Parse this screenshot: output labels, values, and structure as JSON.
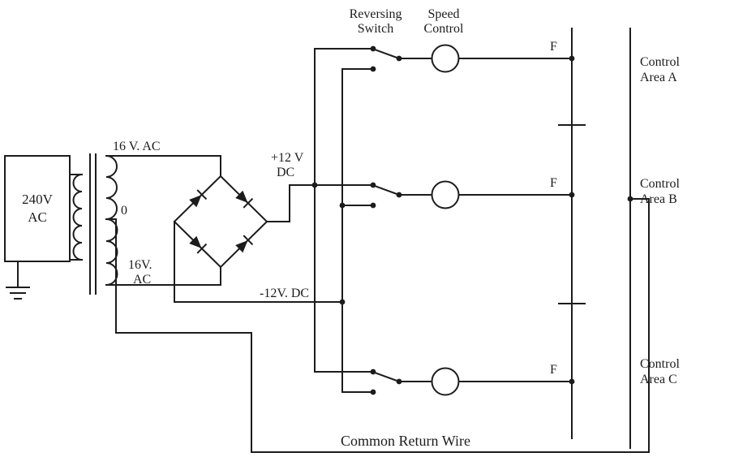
{
  "colors": {
    "ink": "#1c1c1c",
    "paper": "#ffffff"
  },
  "labels": {
    "supply": {
      "line1": "240V",
      "line2": "AC"
    },
    "secondary_top": "16 V. AC",
    "center_tap": "0",
    "secondary_bottom": {
      "line1": "16V.",
      "line2": "AC"
    },
    "dc_positive": {
      "line1": "+12 V",
      "line2": "DC"
    },
    "dc_negative": "-12V. DC",
    "reversing_switch": {
      "line1": "Reversing",
      "line2": "Switch"
    },
    "speed_control": {
      "line1": "Speed",
      "line2": "Control"
    },
    "feed": "F",
    "area_a": {
      "line1": "Control",
      "line2": "Area A"
    },
    "area_b": {
      "line1": "Control",
      "line2": "Area B"
    },
    "area_c": {
      "line1": "Control",
      "line2": "Area C"
    },
    "common_return": "Common Return Wire"
  }
}
